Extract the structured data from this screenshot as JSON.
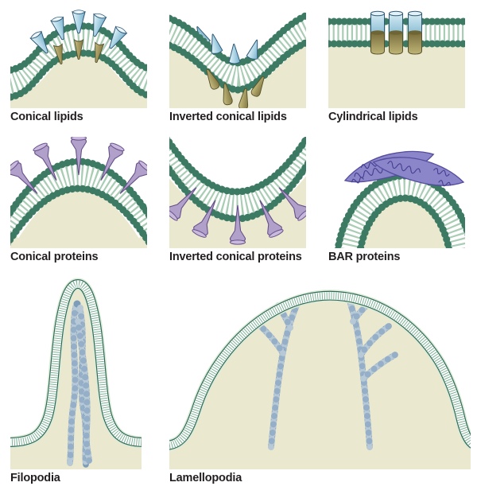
{
  "figure": {
    "name": "membrane-curvature-mechanisms",
    "background": "#ffffff"
  },
  "panels": [
    {
      "id": "conical-lipids",
      "label": "Conical lipids"
    },
    {
      "id": "inverted-conical-lipids",
      "label": "Inverted conical lipids"
    },
    {
      "id": "cylindrical-lipids",
      "label": "Cylindrical lipids"
    },
    {
      "id": "conical-proteins",
      "label": "Conical proteins"
    },
    {
      "id": "inverted-conical-proteins",
      "label": "Inverted conical proteins"
    },
    {
      "id": "bar-proteins",
      "label": "BAR proteins"
    },
    {
      "id": "filopodia",
      "label": "Filopodia"
    },
    {
      "id": "lamellopodia",
      "label": "Lamellopodia"
    }
  ],
  "palette": {
    "cytoplasm": "#eae8cf",
    "lipid_head_green": "#3d7a63",
    "lipid_tail_green": "#a9ccb4",
    "membrane_edge_green": "#2e6b55",
    "membrane_comb_green": "#7fb398",
    "blue_lipid": "#8fc0d6",
    "olive_lipid": "#b3a76a",
    "protein_purple": "#b1a0ca",
    "bar_protein_purple": "#8b85c9",
    "actin_blue": "#7c9cba",
    "label_text": "#231f20"
  }
}
